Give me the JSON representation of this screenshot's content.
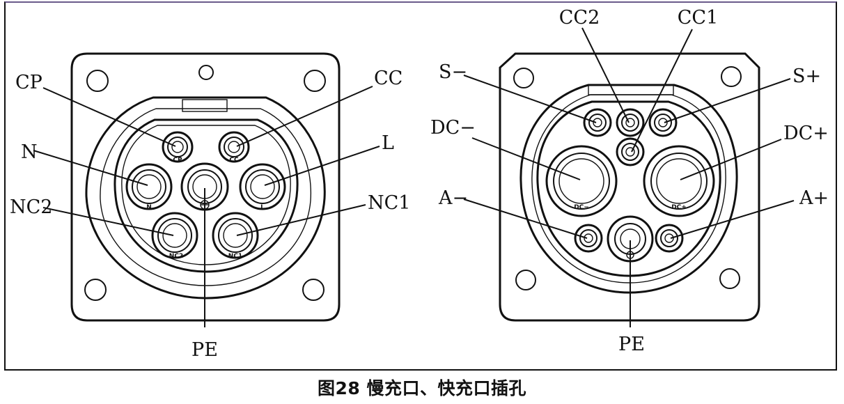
{
  "caption": "图28 慢充口、快充口插孔",
  "ac_port": {
    "labels": {
      "cp": "CP",
      "cc": "CC",
      "n": "N",
      "l": "L",
      "nc2": "NC2",
      "nc1": "NC1",
      "pe": "PE"
    },
    "pin_marks": {
      "cp": "CP",
      "cc": "CC",
      "n": "N",
      "l": "L",
      "nc2": "NC2",
      "nc1": "NC1"
    }
  },
  "dc_port": {
    "labels": {
      "cc2": "CC2",
      "cc1": "CC1",
      "s_minus": "S−",
      "s_plus": "S+",
      "dc_minus": "DC−",
      "dc_plus": "DC+",
      "a_minus": "A−",
      "a_plus": "A+",
      "pe": "PE"
    },
    "pin_marks": {
      "dc_minus": "DC−",
      "dc_plus": "DC+"
    }
  }
}
